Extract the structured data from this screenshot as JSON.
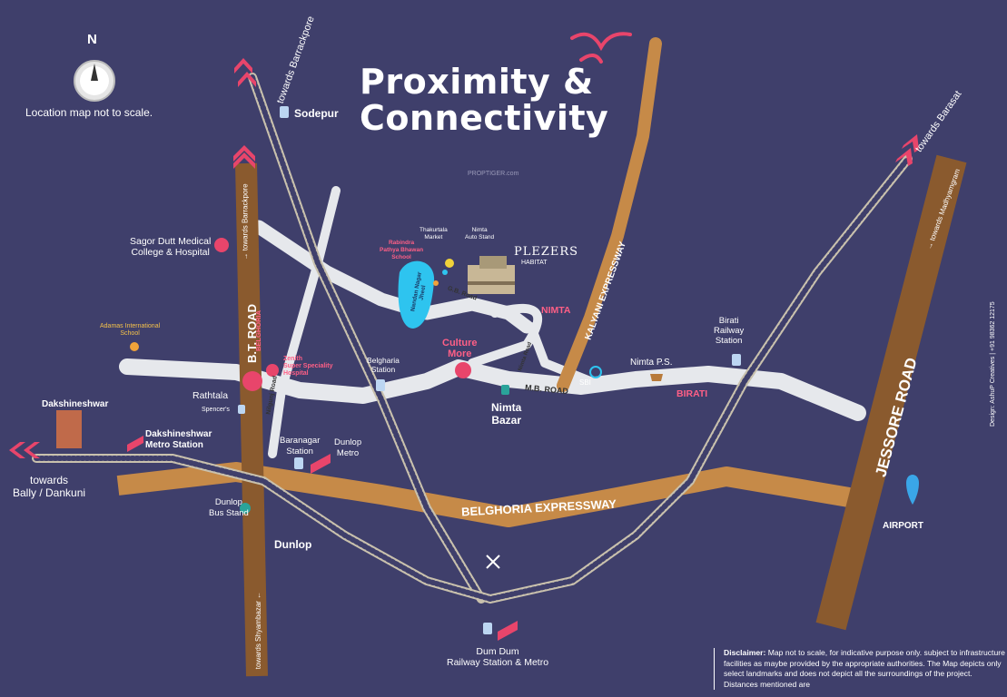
{
  "title_line1": "Proximity &",
  "title_line2": "Connectivity",
  "compass": {
    "label": "N",
    "note": "Location map not to scale."
  },
  "watermark": "PROPTIGER.com",
  "project": {
    "name": "PLEZERS",
    "subtitle": "HABITAT"
  },
  "roads": {
    "bt_road": "B.T. ROAD",
    "jessore_road": "JESSORE ROAD",
    "kalyani_expressway": "KALYANI EXPRESSWAY",
    "belghoria_expressway": "BELGHORIA EXPRESSWAY",
    "mb_road": "M.B. ROAD",
    "gb_road": "G.B. Road",
    "nilgunj_road": "Nilgunj Road",
    "nimta_road": "Nimta Road"
  },
  "directions": {
    "towards_barrackpore_rail": "towards Barrackpore",
    "towards_barrackpore_road": "→ towards Barrackpore",
    "towards_barasat": "towards Barasat",
    "towards_madhyamgram": "→ towards Madhyamgram",
    "towards_shyambazar": "towards Shyambazar ←",
    "towards_bally": "towards\nBally / Dankuni"
  },
  "places": {
    "sodepur": "Sodepur",
    "sagor_dutt": "Sagor Dutt Medical\nCollege & Hospital",
    "adamas": "Adamas International\nSchool",
    "belghoria": "BELGHORIA",
    "zenith": "Zenith\nSuper Speciality\nHospital",
    "rathtala": "Rathtala",
    "spencers": "Spencer's",
    "dakshineshwar": "Dakshineshwar",
    "dakshineshwar_metro": "Dakshineshwar\nMetro Station",
    "belgharia_station": "Belgharia\nStation",
    "baranagar_station": "Baranagar\nStation",
    "dunlop_metro": "Dunlop\nMetro",
    "dunlop_bus": "Dunlop\nBus Stand",
    "dunlop": "Dunlop",
    "culture_more": "Culture\nMore",
    "nimta_bazar": "Nimta\nBazar",
    "nimta": "NIMTA",
    "sbi": "SBI",
    "nimta_ps": "Nimta P.S.",
    "birati": "BIRATI",
    "birati_station": "Birati\nRailway\nStation",
    "airport": "AIRPORT",
    "dum_dum": "Dum Dum\nRailway Station & Metro",
    "rabindra_school": "Rabindra\nPathya Bhawan\nSchool",
    "thakurtala_market": "Thakurtala\nMarket",
    "nimta_auto": "Nimta\nAuto Stand",
    "nandan_nagar_jheel": "Nandan Nagar\nJheel"
  },
  "disclaimer_heading": "Disclaimer:",
  "disclaimer_text": "Map not to scale, for indicative purpose only. subject to infrastructure facilities as maybe provided by the appropriate authorities. The Map depicts only select landmarks and does not depict all the surroundings of the project. Distances mentioned are",
  "credit": "Design: AshuP Creatives | +91 98362 12175",
  "colors": {
    "background": "#3f3f6b",
    "road_brown": "#8a5a2e",
    "expressway": "#c68a48",
    "local_road": "#e6e8ec",
    "railway": "#c9c1ad",
    "accent_pink": "#ff5f86",
    "marker": "#e8456b"
  }
}
